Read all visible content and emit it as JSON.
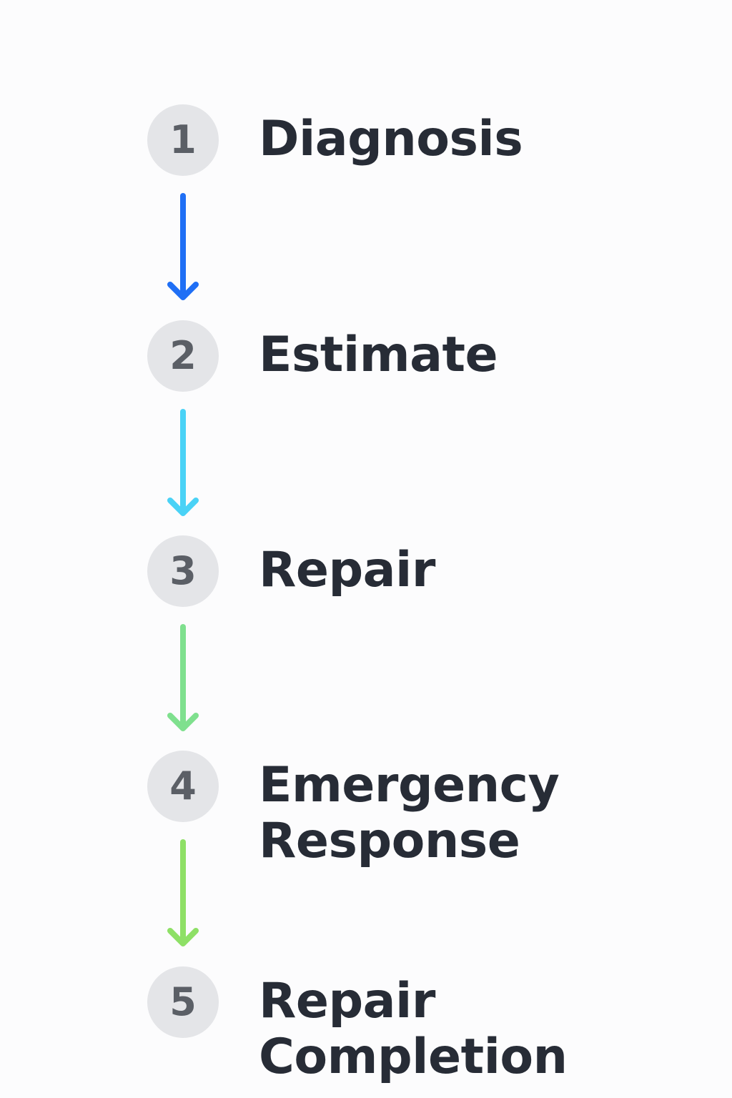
{
  "steps": [
    {
      "number": "1",
      "label": "Diagnosis"
    },
    {
      "number": "2",
      "label": "Estimate"
    },
    {
      "number": "3",
      "label": "Repair"
    },
    {
      "number": "4",
      "label": "Emergency\nResponse"
    },
    {
      "number": "5",
      "label": "Repair\nCompletion"
    }
  ],
  "arrows": [
    {
      "from": "1",
      "to": "2",
      "color": "#1f6ff5"
    },
    {
      "from": "2",
      "to": "3",
      "color": "#4ad2f6"
    },
    {
      "from": "3",
      "to": "4",
      "color": "#7fe08e"
    },
    {
      "from": "4",
      "to": "5",
      "color": "#8ee066"
    }
  ]
}
